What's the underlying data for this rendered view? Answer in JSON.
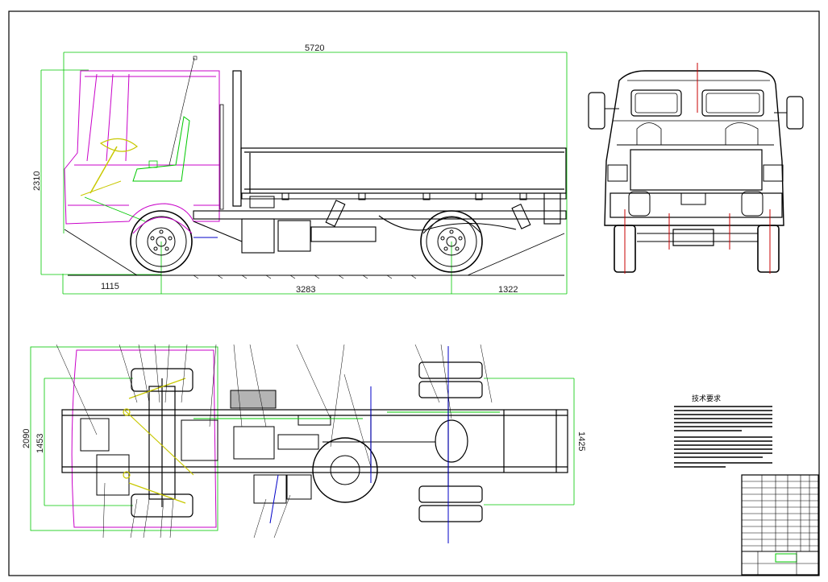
{
  "drawing": {
    "side_view": {
      "dimensions": {
        "overall_length": "5720",
        "overall_height": "2310",
        "front_overhang": "1115",
        "wheelbase": "3283",
        "rear_overhang": "1322"
      }
    },
    "top_view": {
      "dimensions": {
        "overall_width": "2090",
        "front_track": "1453",
        "rear_track": "1425"
      }
    },
    "technical_requirements": {
      "title": "技术要求"
    }
  },
  "colors": {
    "outline": "#000000",
    "cab": "#c800c8",
    "dimension": "#00c800",
    "centerline": "#0000c8",
    "mark": "#c80000",
    "steering": "#c8c800"
  }
}
